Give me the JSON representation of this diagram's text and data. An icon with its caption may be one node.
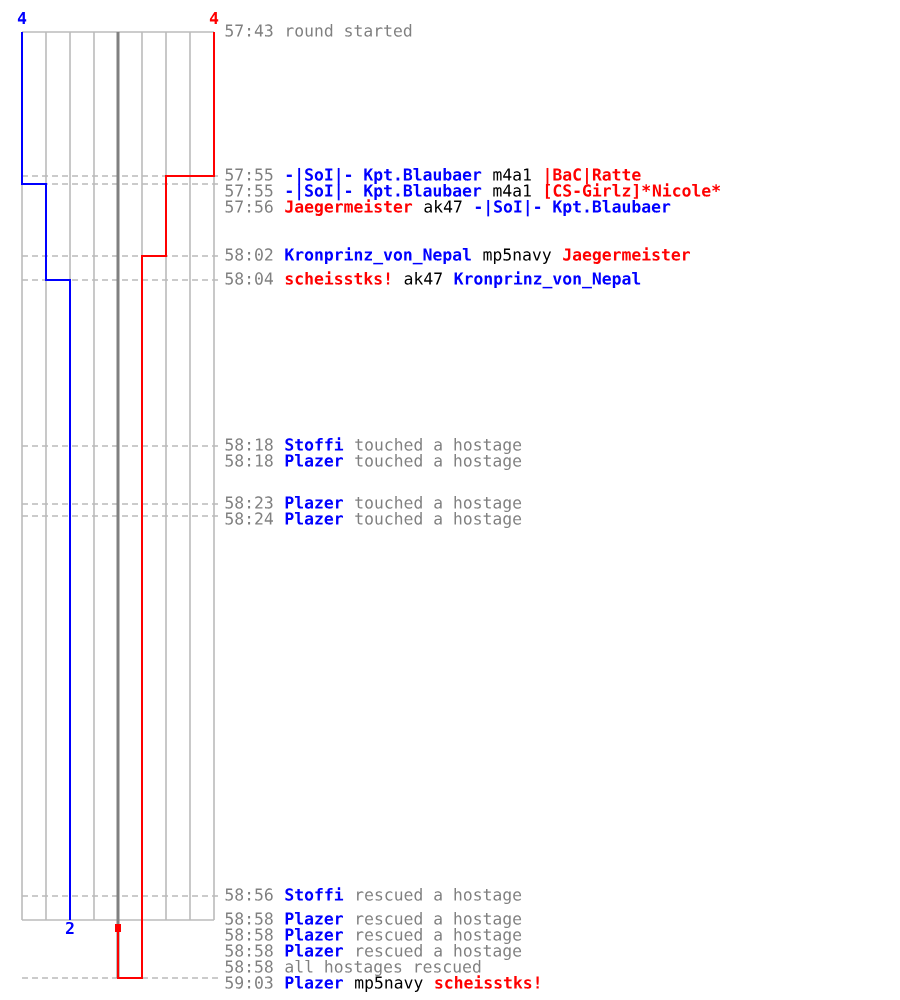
{
  "diagram": {
    "labels": [
      "4",
      "4",
      "57:43",
      "round started",
      "57:55",
      "-|SoI|- Kpt.Blaubaer",
      "m4a1",
      "|BaC|Ratte",
      "57:55",
      "-|SoI|- Kpt.Blaubaer",
      "m4a1",
      "[CS-Girlz]*",
      "Nicole*",
      "57:56",
      "Jaegermeister",
      "ak47",
      "-|SoI|- Kpt.Blaubaer",
      "58:02",
      "Kronprinz_von_Nepal",
      "mp5navy",
      "Jaegermeister",
      "58:04",
      "scheisstks!",
      "ak47",
      "Kronprinz_von_Nepal",
      "58:18",
      "Stoffi",
      "touched a hostage",
      "58:18",
      "Plazer",
      "touched a hostage",
      "58:23",
      "Plazer",
      "touched a hostage",
      "58:24",
      "Plazer",
      "touched a hostage",
      "58:56",
      "Stoffi",
      "rescued a hostage",
      "2",
      "58:58",
      "Plazer",
      "rescued a hostage",
      "58:58",
      "Plazer",
      "rescued a hostage",
      "58:58",
      "Plazer",
      "rescued a hostage",
      "58:58",
      "all hostages rescued",
      "59:03",
      "Plazer",
      "mp5navy",
      "scheisstks!"
    ]
  }
}
